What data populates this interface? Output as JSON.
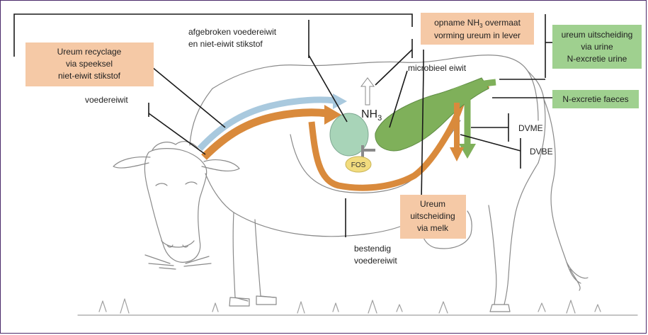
{
  "labels": {
    "recycle_1": "Ureum recyclage",
    "recycle_2": "via speeksel",
    "recycle_3": "niet-eiwit stikstof",
    "feed_protein": "voedereiwit",
    "degraded_1": "afgebroken voedereiwit",
    "degraded_2": "en niet-eiwit stikstof",
    "uptake_1": "opname NH",
    "uptake_sub": "3",
    "uptake_1b": " overmaat",
    "uptake_2": "vorming ureum in lever",
    "microbial": "microbieel eiwit",
    "nh3": "NH",
    "nh3_sub": "3",
    "fos": "FOS",
    "urine_1": "ureum uitscheiding",
    "urine_2": "via urine",
    "urine_3": "N-excretie urine",
    "faeces": "N-excretie faeces",
    "dvme": "DVME",
    "dvbe": "DVBE",
    "milk_1": "Ureum",
    "milk_2": "uitscheiding",
    "milk_3": "via melk",
    "bypass_1": "bestendig",
    "bypass_2": "voedereiwit"
  },
  "colors": {
    "orange_box": "#f5c9a6",
    "green_box": "#9fd08f",
    "orange_arrow": "#d98a3c",
    "green_arrow": "#7fae5e",
    "blue_arrow": "#a9c9de",
    "rumen": "#a8d4b8",
    "abomasum": "#7fb05a",
    "fos": "#f2dc7e",
    "frame": "#4a2a6a"
  }
}
